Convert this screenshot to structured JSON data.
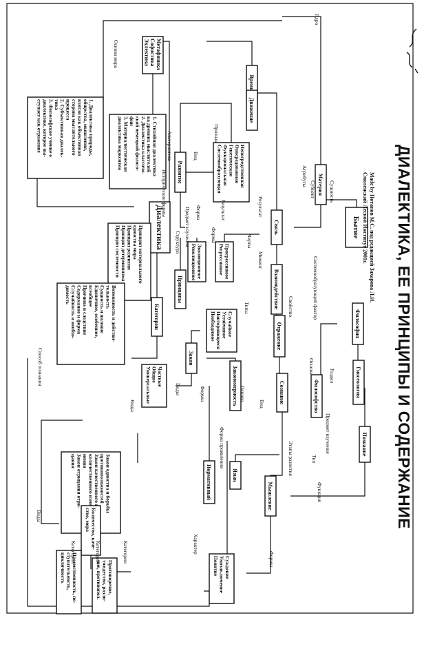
{
  "header": {
    "title": "ДИАЛЕКТИКА, ЕЕ ПРИНЦИПЫ И СОДЕРЖАНИЕ",
    "subtitle_line1": "Made by Потапов М.С. под редакцией Захарова Л.И.",
    "subtitle_line2": "Смоленский Лесной Институт 2001г."
  },
  "boxes": [
    {
      "id": "bytie",
      "lines": [
        "Бытие"
      ]
    },
    {
      "id": "materiya",
      "lines": [
        "Материя"
      ]
    },
    {
      "id": "dialektika",
      "lines": [
        "Диалектика"
      ]
    },
    {
      "id": "vremya",
      "lines": [
        "Время"
      ]
    },
    {
      "id": "dvizhenie",
      "lines": [
        "Движение"
      ]
    },
    {
      "id": "metafizika",
      "lines": [
        "Метафизика",
        "Софистика",
        "Эклектика"
      ]
    },
    {
      "id": "formy_dvizh",
      "lines": [
        "Непосредственная",
        "Опосредованная",
        "Генетическая",
        "Функциональная",
        "Системообразующая"
      ]
    },
    {
      "id": "razvitie",
      "lines": [
        "Развитие"
      ]
    },
    {
      "id": "svyaz",
      "lines": [
        "Связь"
      ]
    },
    {
      "id": "progress",
      "lines": [
        "Прогрессивное",
        "Регрессивное"
      ]
    },
    {
      "id": "evolyuts",
      "lines": [
        "Эволюционное",
        "Революционное"
      ]
    },
    {
      "id": "vzaimodeistvie",
      "lines": [
        "Взаимодействие"
      ]
    },
    {
      "id": "filosofiya",
      "lines": [
        "Философия"
      ]
    },
    {
      "id": "gnoseologiya",
      "lines": [
        "Гносеология"
      ]
    },
    {
      "id": "poznanie",
      "lines": [
        "Познание"
      ]
    },
    {
      "id": "filosofstvo",
      "lines": [
        "Философство"
      ]
    },
    {
      "id": "otrazhenie",
      "lines": [
        "Отражение"
      ]
    },
    {
      "id": "soznanie",
      "lines": [
        "Сознание"
      ]
    },
    {
      "id": "zakonomernost",
      "lines": [
        "Закономерность"
      ]
    },
    {
      "id": "myshlenie",
      "lines": [
        "Мышление"
      ]
    },
    {
      "id": "yazyk",
      "lines": [
        "Язык"
      ]
    },
    {
      "id": "normativny",
      "lines": [
        "Нормативный"
      ]
    },
    {
      "id": "suzhdenie",
      "lines": [
        "Суждение",
        "Умозаключение",
        "Понятие"
      ]
    },
    {
      "id": "istorich",
      "lines": [
        "1. Стихийная диалектика",
        "ка древних мыслителей",
        "2. Диалектика классиче-",
        "ской немецкой филосо-",
        "фии",
        "3. Материалистическая",
        "диалектика марксизма"
      ]
    },
    {
      "id": "dial_prirody",
      "lines": [
        "1. Диалектика природы,",
        "общества, мышления,",
        "взятая как объективная",
        "сторона мыслительного",
        "процесса",
        "2. Субъективная диалек-",
        "тика",
        "3. Философское учение о",
        "диалектике, которое вы-",
        "ступает как отражение"
      ]
    },
    {
      "id": "principy",
      "lines": [
        "Принципы"
      ]
    },
    {
      "id": "kategorii",
      "lines": [
        "Категории"
      ]
    },
    {
      "id": "zakony",
      "lines": [
        "Закон"
      ]
    },
    {
      "id": "princ_list",
      "lines": [
        "Принцип материального",
        "единства мира",
        "Принцип развития",
        "Принцип детерминизма",
        "Принцип системности"
      ]
    },
    {
      "id": "sluchainoe",
      "lines": [
        "Случайное",
        "Устойчивое",
        "Повторяющееся",
        "Необходимое"
      ]
    },
    {
      "id": "chastnye",
      "lines": [
        "Частные",
        "Общие",
        "Универсальные"
      ]
    },
    {
      "id": "kat_list",
      "lines": [
        "Возможность и действи-",
        "тельность",
        "Сущность и явление",
        "Единичное, особенное,",
        "всеобщее",
        "Причина и следствие",
        "Содержание и форма",
        "Случайность и необхо-",
        "димость"
      ]
    },
    {
      "id": "zakony_list",
      "lines": [
        "Закон единства и борьбы",
        "противоположностей",
        "Закон качественного и",
        "количественного изме-",
        "нения",
        "Закон отрицания отри-",
        "цания"
      ]
    },
    {
      "id": "protivor",
      "lines": [
        "Противоречие,",
        "тождество, разли-",
        "чие, противопол."
      ]
    },
    {
      "id": "kolich",
      "lines": [
        "Количество, каче-",
        "ство, мера"
      ]
    },
    {
      "id": "preemstv",
      "lines": [
        "Преемственность, по-",
        "ступательность,",
        "цикличность"
      ]
    }
  ],
  "edge_labels": [
    "Ядро",
    "Субъект",
    "Атрибуты",
    "Системообразующий фактор",
    "Свойство",
    "Раздел",
    "Основа",
    "Предмет изучения",
    "Тип",
    "Функция",
    "Вид",
    "Этапы развития",
    "Формы",
    "Форма",
    "Предмет изучения",
    "Результат",
    "Признак",
    "Вид",
    "Результат",
    "Формы",
    "Черты",
    "Момент",
    "Типы",
    "Основа",
    "Форма проявления",
    "Формы",
    "Виды",
    "Виды",
    "Категории",
    "Категории",
    "Категории",
    "Характер",
    "Исторические формы",
    "Альтернатива",
    "Основа мира",
    "Структура",
    "Способ познания",
    "Виды",
    "Сущность"
  ],
  "colors": {
    "ink": "#111111",
    "paper": "#ffffff"
  }
}
